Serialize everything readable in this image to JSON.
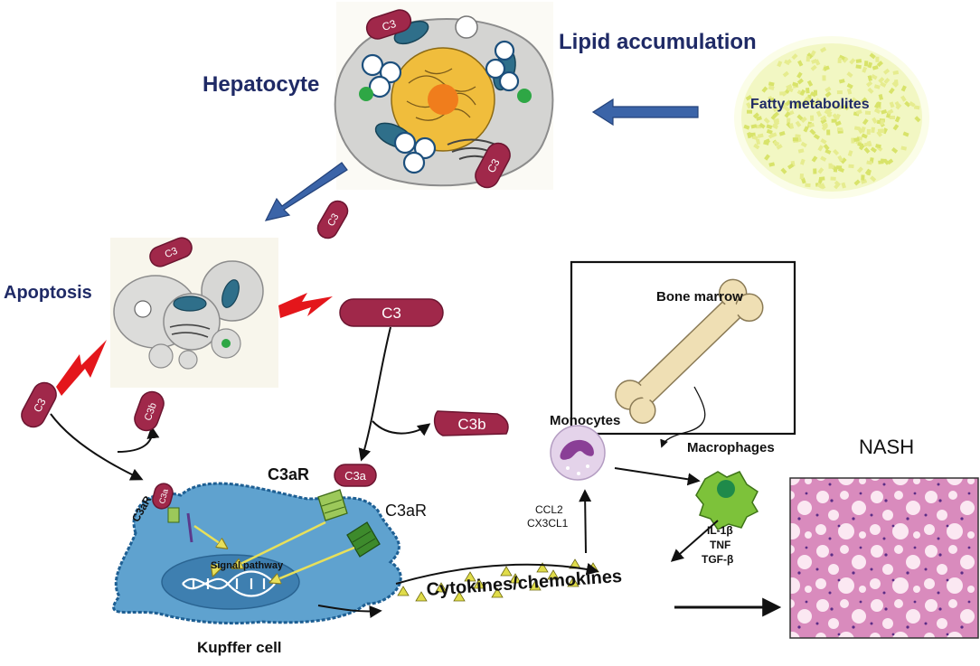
{
  "labels": {
    "hepatocyte": "Hepatocyte",
    "lipid_accumulation": "Lipid accumulation",
    "fatty_metabolites": "Fatty metabolites",
    "apoptosis": "Apoptosis",
    "bone_marrow": "Bone marrow",
    "monocytes": "Monocytes",
    "macrophages": "Macrophages",
    "nash": "NASH",
    "c3aR_left": "C3aR",
    "c3aR_top": "C3aR",
    "c3aR_right": "C3aR",
    "signal_pathway": "Signal pathway",
    "kupffer_cell": "Kupffer cell",
    "cytokines": "Cytokines/chemokines",
    "ccl2": "CCL2",
    "cx3cl1": "CX3CL1",
    "il1b": "IL-1β",
    "tnf": "TNF",
    "tgfb": "TGF-β"
  },
  "proteins": {
    "c3": "C3",
    "c3b": "C3b",
    "c3a": "C3a"
  },
  "colors": {
    "navy_text": "#1f2a66",
    "complement": "#a0284a",
    "arrow_blue": "#3b64a8",
    "lightning": "#e4161b",
    "kupffer": "#5fa2cf",
    "fat": "#dfe880",
    "histology": "#d47fb4"
  }
}
